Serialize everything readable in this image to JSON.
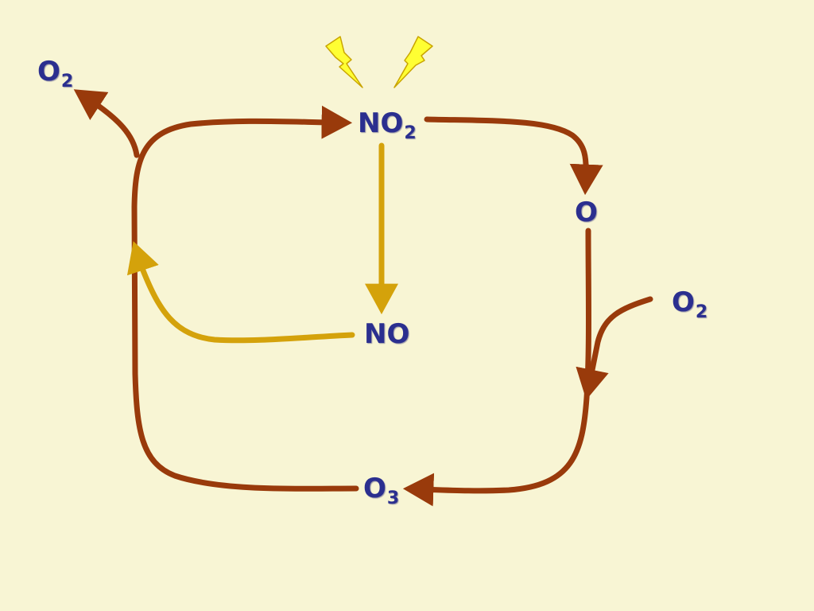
{
  "labels": {
    "no2": {
      "base": "NO",
      "sub": "2"
    },
    "o2_top": {
      "base": "O",
      "sub": "2"
    },
    "o": {
      "base": "O"
    },
    "o2_right": {
      "base": "O",
      "sub": "2"
    },
    "no": {
      "base": "NO"
    },
    "o3": {
      "base": "O",
      "sub": "3"
    }
  },
  "colors": {
    "background": "#f8f5d4",
    "cycle_arrow": "#993a0b",
    "reaction_arrow": "#d4a20b",
    "lightning_fill": "#ffff33",
    "lightning_stroke": "#c9a400",
    "label_text": "#2b2f8f"
  },
  "icons": [
    "lightning-bolt-icon",
    "lightning-bolt-icon"
  ]
}
